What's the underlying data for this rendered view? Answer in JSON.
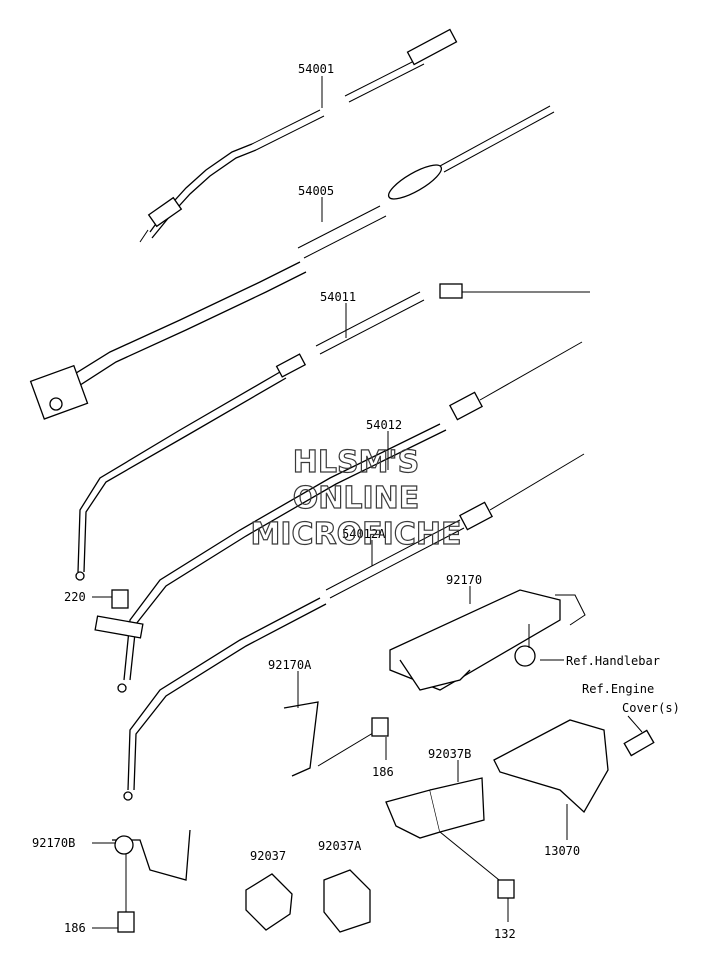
{
  "watermark": {
    "line1": "HLSM'S",
    "line2": "ONLINE",
    "line3": "MICROFICHE"
  },
  "labels": {
    "p54001": "54001",
    "p54005": "54005",
    "p54011": "54011",
    "p54012": "54012",
    "p54012A": "54012A",
    "p92170": "92170",
    "p92170A": "92170A",
    "p92170B": "92170B",
    "p92037": "92037",
    "p92037A": "92037A",
    "p92037B": "92037B",
    "p220": "220",
    "p186a": "186",
    "p186b": "186",
    "p132": "132",
    "p13070": "13070",
    "ref_handlebar": "Ref.Handlebar",
    "ref_engine_1": "Ref.Engine",
    "ref_engine_2": "Cover(s)"
  }
}
